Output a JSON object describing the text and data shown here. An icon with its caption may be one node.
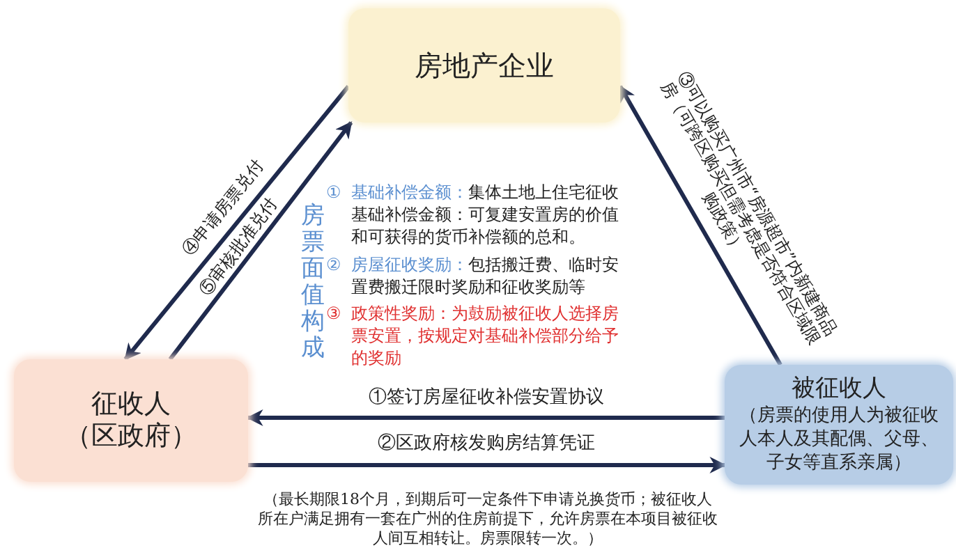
{
  "diagram": {
    "nodes": [
      {
        "text": [
          "房地产企业"
        ]
      },
      {
        "text": [
          "征收人",
          "（区政府）"
        ]
      },
      {
        "text": [
          "被征收人",
          "（房票的使用人为被征收人本人及其配偶、父母、子女等直系亲属）"
        ]
      }
    ],
    "edges": [
      {
        "from": 0,
        "to": 1,
        "arrow": "to",
        "label": "④申请房票兑付"
      },
      {
        "from": 1,
        "to": 0,
        "arrow": "to",
        "label": "⑤审核批准兑付"
      },
      {
        "from": 2,
        "to": 0,
        "arrow": "to",
        "label": "③可以购买广州市“房源超市”内新建商品房（可跨区购买但需考虑是否符合区域限购政策）"
      },
      {
        "from": 2,
        "to": 1,
        "arrow": "to",
        "label": "①签订房屋征收补偿安置协议"
      },
      {
        "from": 1,
        "to": 2,
        "arrow": "to",
        "label": "②区政府核发购房结算凭证"
      }
    ],
    "labels": [
      "房票面值构成",
      "①",
      "基础补偿金额：",
      "集体土地上住宅征收基础补偿金额：可复建安置房的价值和可获得的货币补偿额的总和。",
      "②",
      "房屋征收奖励：",
      "包括搬迁费、临时安置费搬迁限时奖励和征收奖励等",
      "③",
      "政策性奖励：为鼓励被征收人选择房票安置，按规定对基础补偿部分给予的奖励",
      "（最长期限18个月，到期后可一定条件下申请兑换货币；被征收人所在户满足拥有一套在广州的住房前提下，允许房票在本项目被征收人间互相转让。房票限转一次。）"
    ]
  }
}
